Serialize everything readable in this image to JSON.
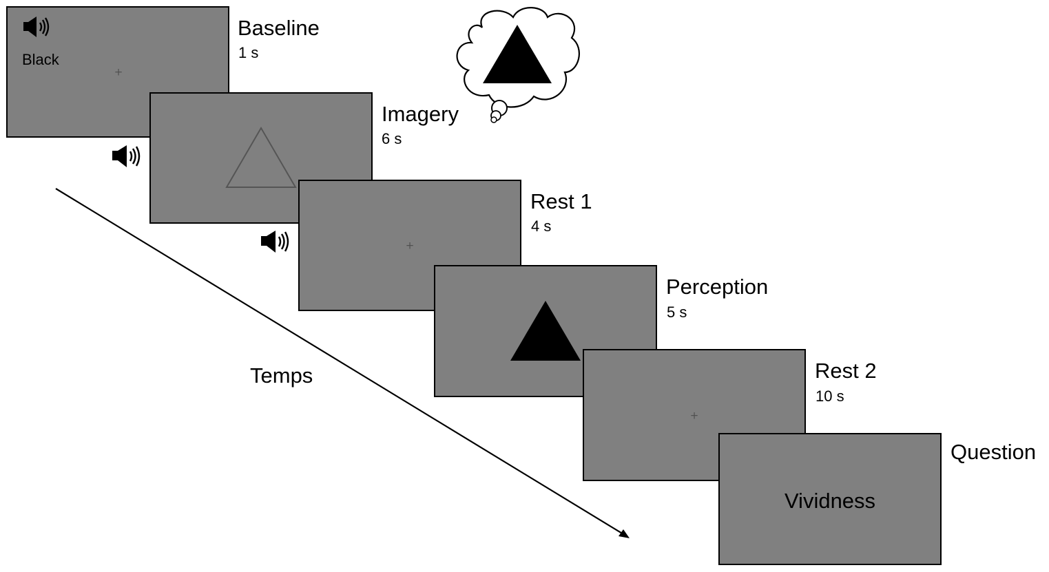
{
  "trials": [
    {
      "id": "baseline",
      "label": "Baseline",
      "duration": "1 s",
      "cue": "Black",
      "fixation": "+"
    },
    {
      "id": "imagery",
      "label": "Imagery",
      "duration": "6 s"
    },
    {
      "id": "rest1",
      "label": "Rest 1",
      "duration": "4 s",
      "fixation": "+"
    },
    {
      "id": "perception",
      "label": "Perception",
      "duration": "5 s"
    },
    {
      "id": "rest2",
      "label": "Rest 2",
      "duration": "10 s",
      "fixation": "+"
    },
    {
      "id": "question",
      "label": "Question",
      "text": "Vividness"
    }
  ],
  "time_axis_label": "Temps",
  "colors": {
    "screen": "#808080",
    "stimulus": "#000000",
    "outline_triangle": "#555555"
  },
  "icons": [
    "speaker-icon",
    "thought-bubble-icon"
  ]
}
